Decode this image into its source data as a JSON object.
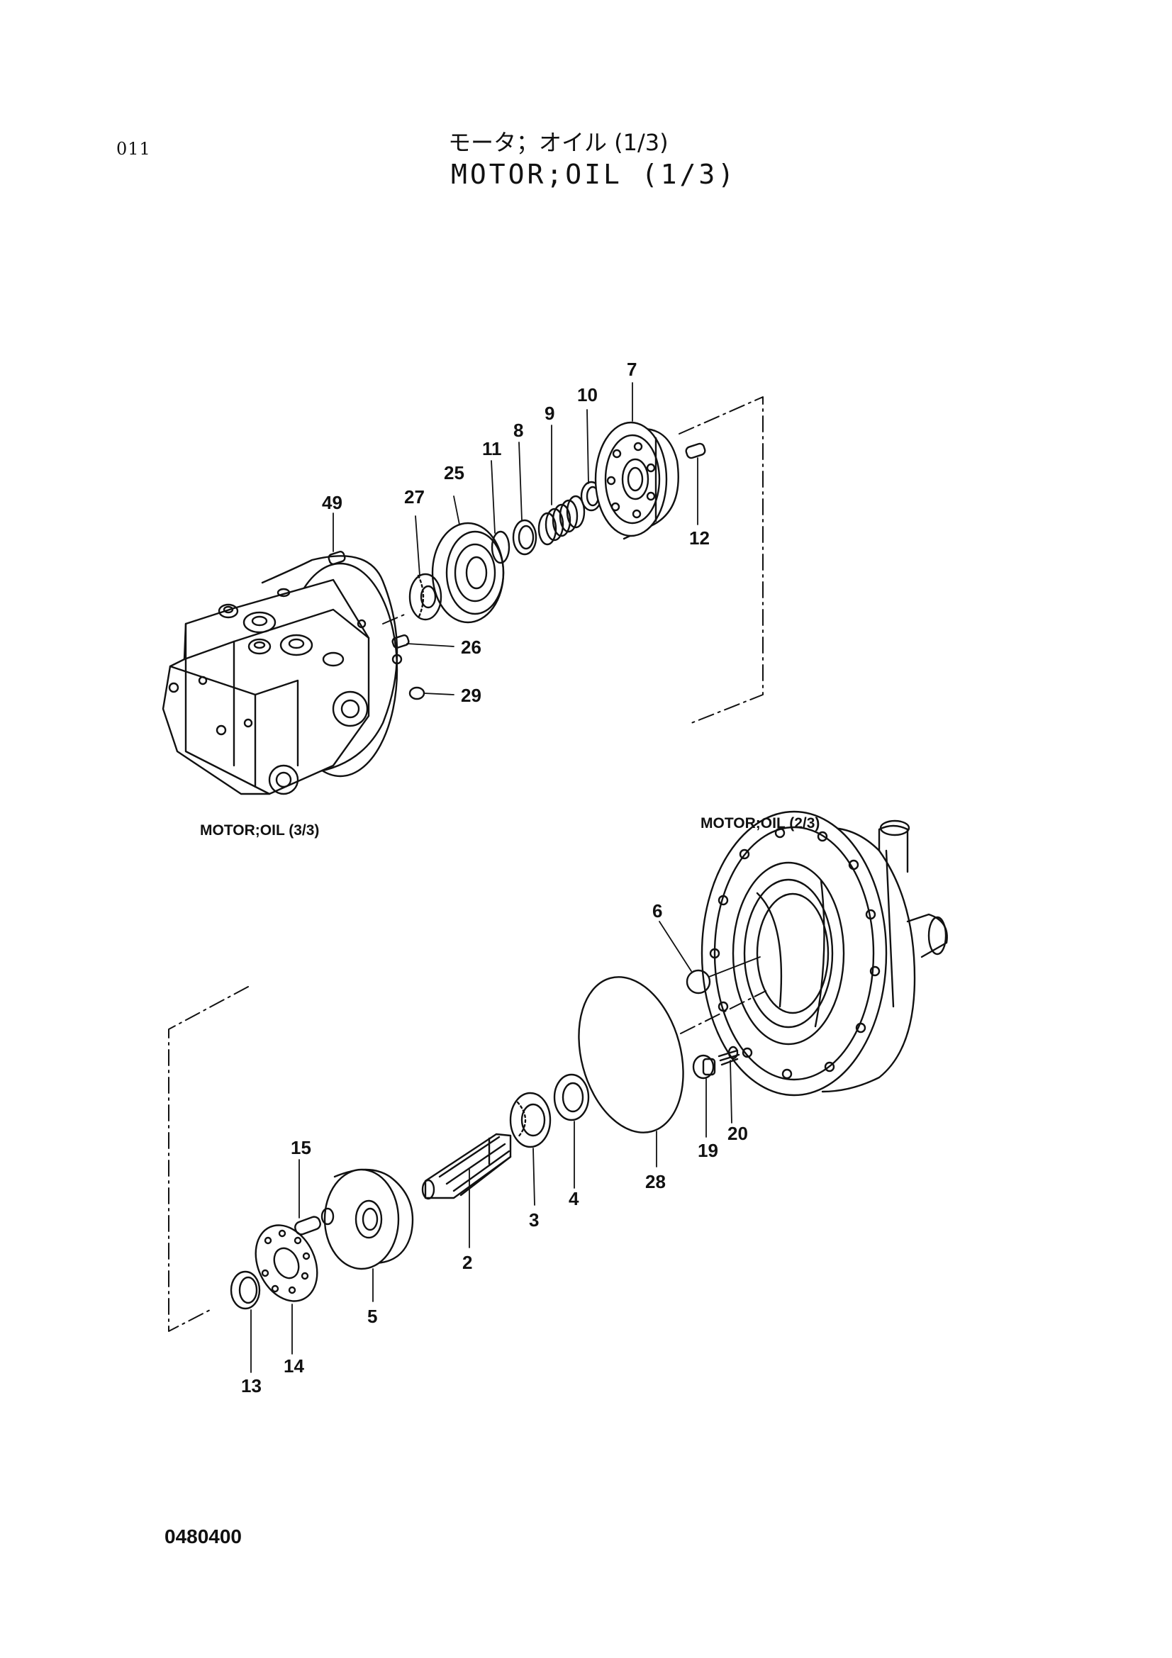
{
  "page": {
    "page_number": "011",
    "title_jp": "モータ；オイル (1/3)",
    "title_en": "MOTOR;OIL (1/3)",
    "doc_code": "0480400"
  },
  "references": {
    "upper_left": "MOTOR;OIL (3/3)",
    "lower_right": "MOTOR;OIL (2/3)"
  },
  "callouts": [
    "7",
    "10",
    "9",
    "8",
    "11",
    "25",
    "27",
    "49",
    "12",
    "26",
    "29",
    "6",
    "15",
    "2",
    "3",
    "4",
    "5",
    "28",
    "19",
    "20",
    "13",
    "14"
  ],
  "colors": {
    "ink": "#111111",
    "paper": "#ffffff"
  }
}
